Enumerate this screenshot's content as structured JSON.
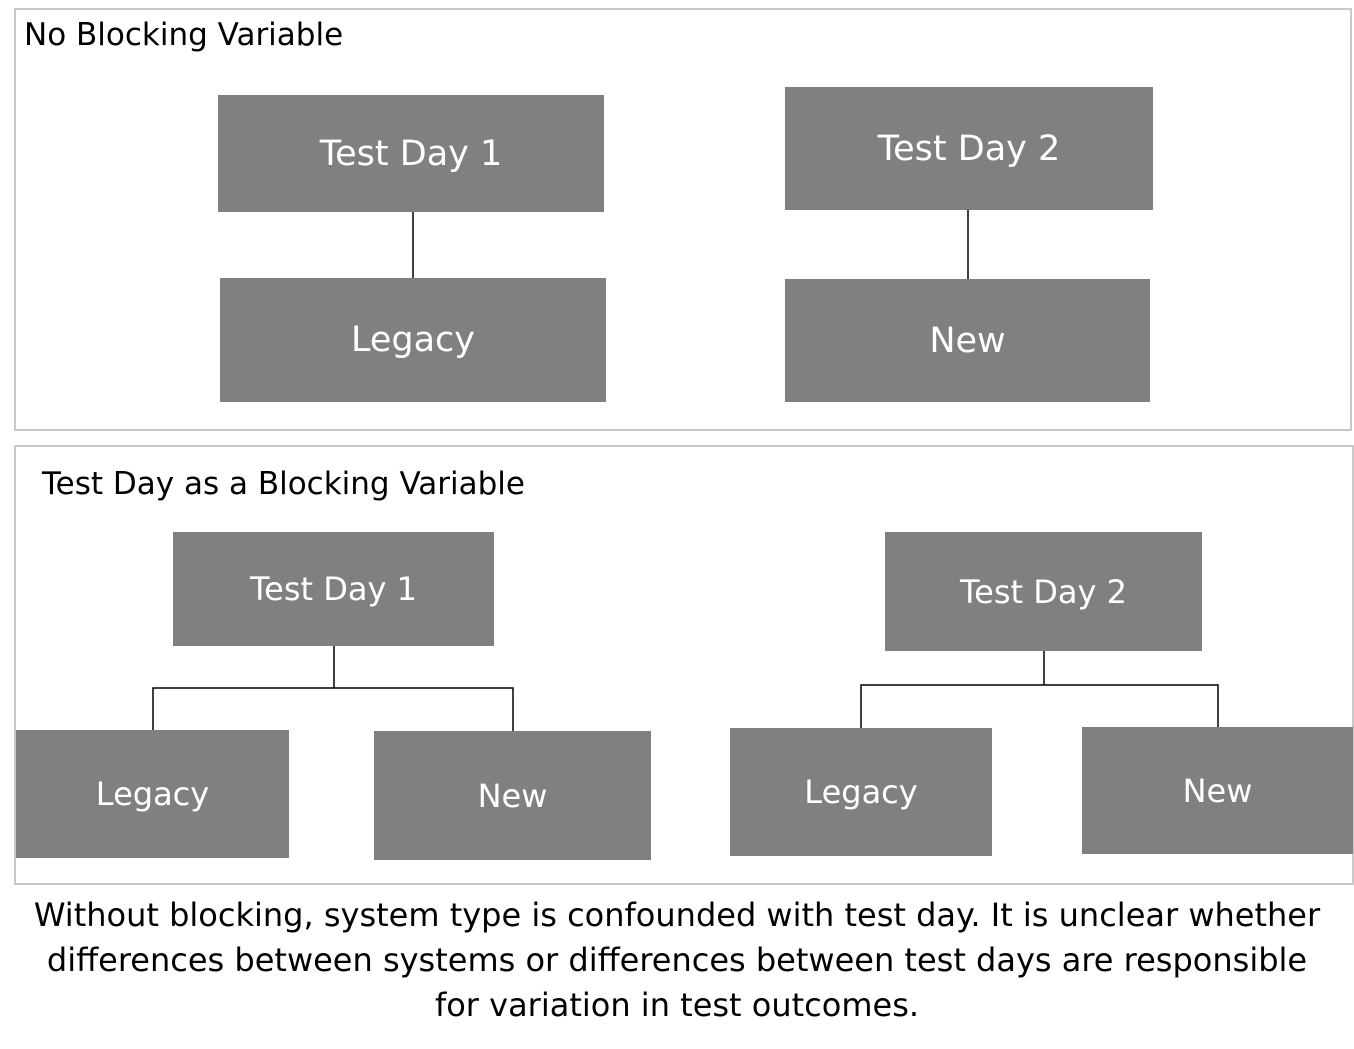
{
  "panels": [
    {
      "title": "No Blocking Variable",
      "boxes": {
        "day1": "Test Day 1",
        "day1_child": "Legacy",
        "day2": "Test Day 2",
        "day2_child": "New"
      }
    },
    {
      "title": "Test Day as a Blocking Variable",
      "boxes": {
        "day1": "Test Day 1",
        "day1_left": "Legacy",
        "day1_right": "New",
        "day2": "Test Day 2",
        "day2_left": "Legacy",
        "day2_right": "New"
      }
    }
  ],
  "caption": "Without blocking, system type is confounded with test day.  It is unclear whether differences between systems or differences between test days are responsible for variation in test outcomes.",
  "colors": {
    "box_fill": "#808080",
    "box_text": "#ffffff",
    "panel_border": "#c9c9c9",
    "connector": "#000000"
  }
}
